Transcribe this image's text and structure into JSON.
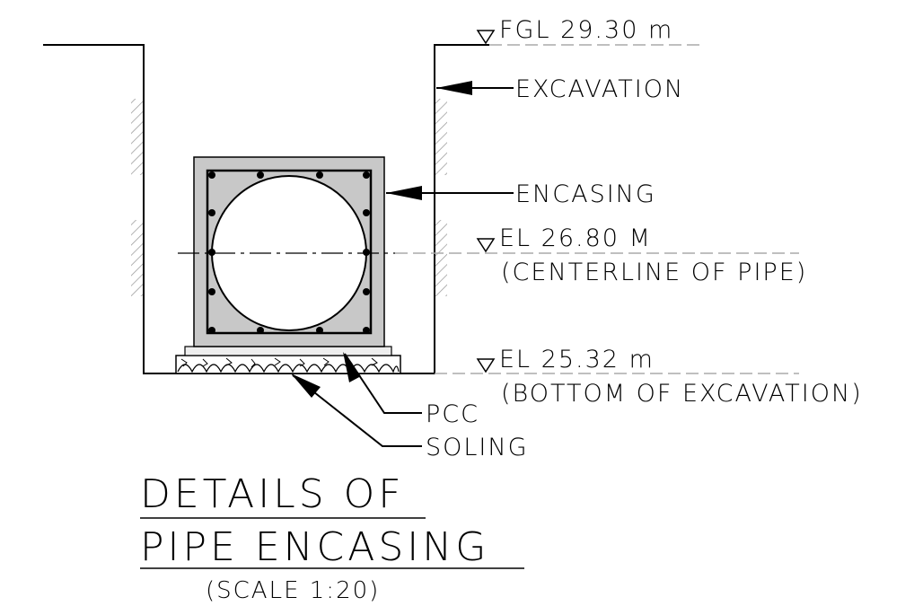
{
  "drawing": {
    "levels": {
      "fgl": "FGL 29.30 m",
      "centerline_el": "EL 26.80 M",
      "centerline_note": "(CENTERLINE OF PIPE)",
      "bottom_el": "EL 25.32 m",
      "bottom_note": "(BOTTOM OF EXCAVATION)"
    },
    "callouts": {
      "excavation": "EXCAVATION",
      "encasing": "ENCASING",
      "pcc": "PCC",
      "soling": "SOLING"
    },
    "title": {
      "line1": "DETAILS OF",
      "line2": "PIPE ENCASING",
      "scale": "(SCALE 1:20)"
    },
    "colors": {
      "line": "#000000",
      "concrete": "#c8c8c8",
      "dashed": "#aaaaaa"
    }
  }
}
